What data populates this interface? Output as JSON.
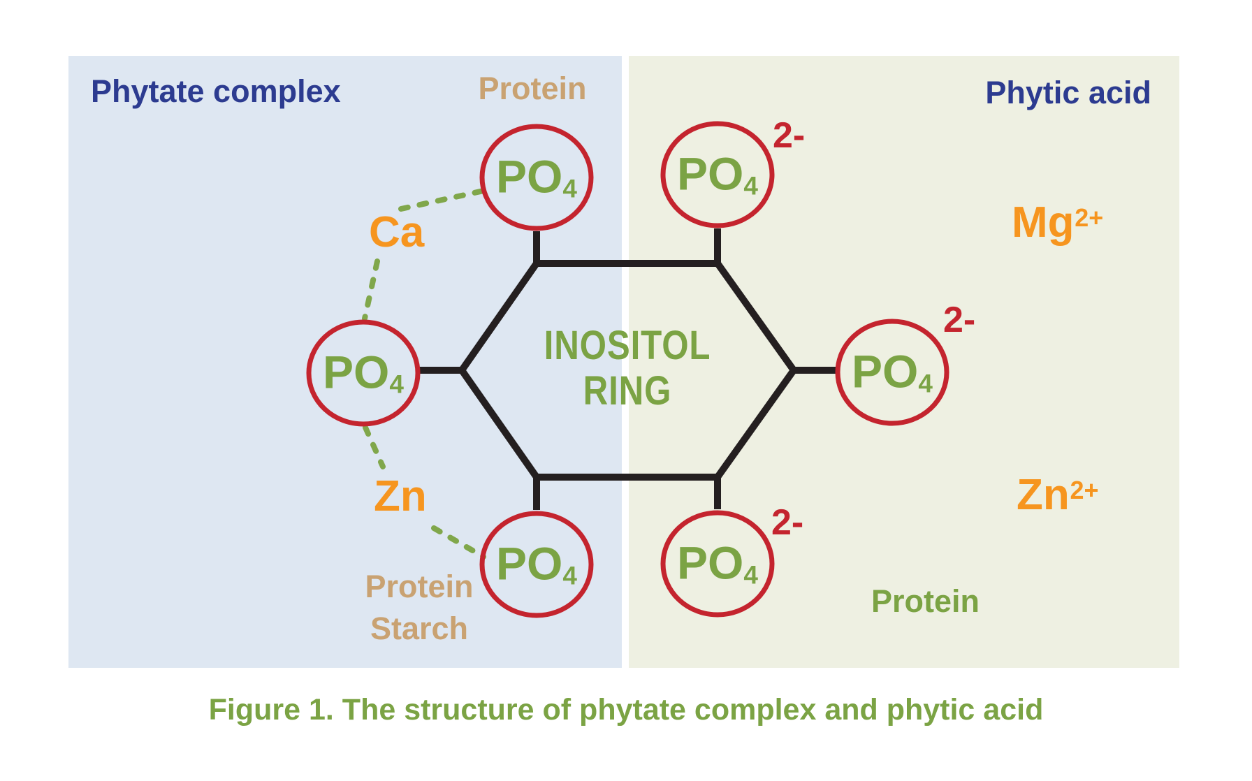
{
  "figure": {
    "caption": "Figure 1. The structure of phytate complex and phytic acid"
  },
  "panels": {
    "left_title": "Phytate complex",
    "right_title": "Phytic acid"
  },
  "ring": {
    "line1": "INOSITOL",
    "line2": "RING"
  },
  "phosphate": {
    "symbol": "PO",
    "subscript": "4",
    "charge": "2-"
  },
  "minerals": {
    "ca": "Ca",
    "zn": "Zn",
    "mg_ion_base": "Mg",
    "mg_ion_sup": "2+",
    "zn_ion_base": "Zn",
    "zn_ion_sup": "2+"
  },
  "binders": {
    "protein_top": "Protein",
    "protein_starch_line1": "Protein",
    "protein_starch_line2": "Starch",
    "protein_right": "Protein"
  },
  "colors": {
    "panel_left_bg": "#dee7f2",
    "panel_right_bg": "#eef0e2",
    "title_blue": "#2c3b90",
    "binder_tan": "#c9a272",
    "mineral_orange": "#f6951f",
    "structure_green": "#7ba344",
    "circle_red": "#c4242e",
    "bond_black": "#241f20",
    "dash_green": "#80a74b"
  }
}
